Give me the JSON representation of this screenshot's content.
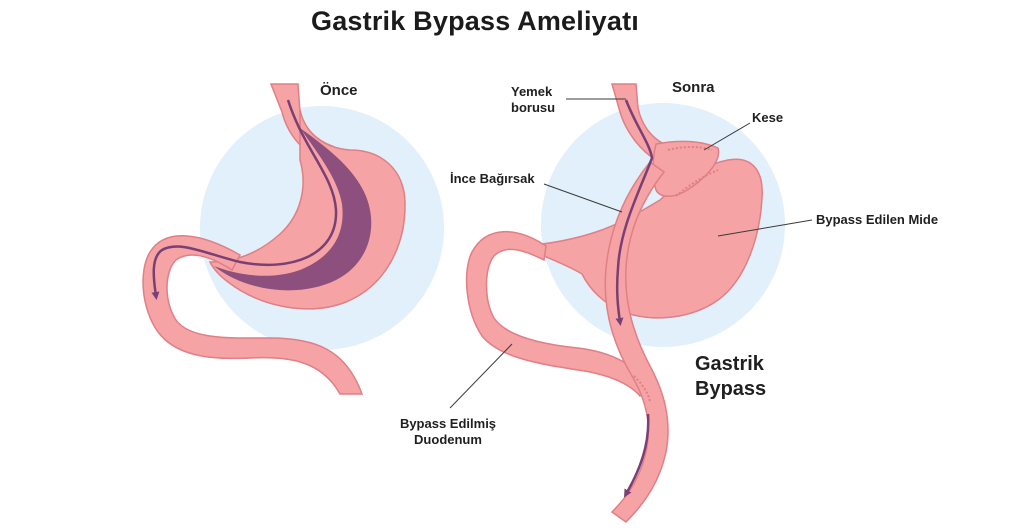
{
  "title": "Gastrik Bypass Ameliyatı",
  "left_panel": {
    "header": "Önce"
  },
  "right_panel": {
    "header": "Sonra",
    "label_esophagus_line1": "Yemek",
    "label_esophagus_line2": "borusu",
    "label_pouch": "Kese",
    "label_small_intestine": "İnce Bağırsak",
    "label_bypassed_stomach": "Bypass Edilen Mide",
    "label_duodenum_line1": "Bypass Edilmiş",
    "label_duodenum_line2": "Duodenum",
    "procedure_line1": "Gastrik",
    "procedure_line2": "Bypass"
  },
  "colors": {
    "circle_bg": "#e1f0fa",
    "organ_fill": "#f5a3a5",
    "organ_stroke": "#e07f85",
    "lining": "#8c4f7e",
    "arrow": "#7a3f74",
    "leader_line": "#3a3a3a"
  }
}
